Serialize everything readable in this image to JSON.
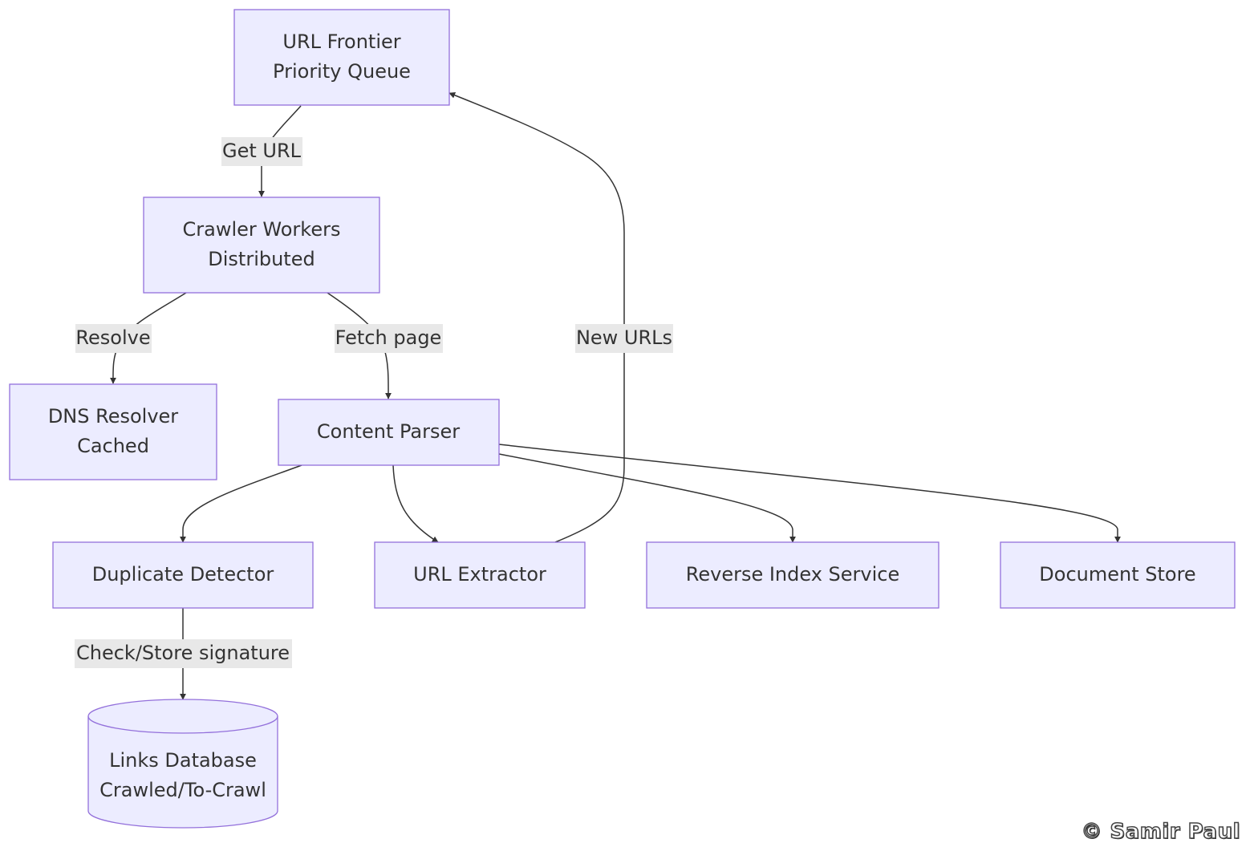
{
  "nodes": {
    "url_frontier": {
      "line1": "URL Frontier",
      "line2": "Priority Queue"
    },
    "crawler_workers": {
      "line1": "Crawler Workers",
      "line2": "Distributed"
    },
    "dns_resolver": {
      "line1": "DNS Resolver",
      "line2": "Cached"
    },
    "content_parser": {
      "label": "Content Parser"
    },
    "duplicate_detector": {
      "label": "Duplicate Detector"
    },
    "url_extractor": {
      "label": "URL Extractor"
    },
    "reverse_index": {
      "label": "Reverse Index Service"
    },
    "document_store": {
      "label": "Document Store"
    },
    "links_database": {
      "line1": "Links Database",
      "line2": "Crawled/To-Crawl"
    }
  },
  "edges": {
    "get_url": "Get URL",
    "resolve": "Resolve",
    "fetch_page": "Fetch page",
    "new_urls": "New URLs",
    "check_store": "Check/Store signature"
  },
  "watermark": "© Samir Paul",
  "colors": {
    "node_fill": "#ECECFF",
    "node_stroke": "#9370DB",
    "edge": "#333333",
    "label_bg": "#e8e8e8"
  }
}
